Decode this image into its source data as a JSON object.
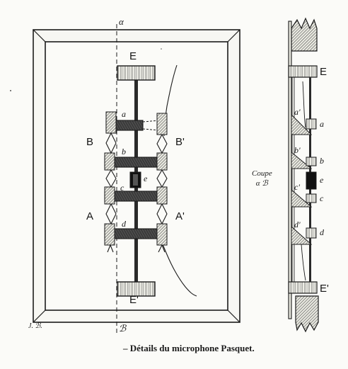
{
  "labels": {
    "E": "E",
    "E_prime": "E'",
    "B": "B",
    "B_prime": "B'",
    "A": "A",
    "A_prime": "A'",
    "a": "a",
    "b": "b",
    "c": "c",
    "d": "d",
    "e": "e",
    "a_prime": "a'",
    "b_prime": "b'",
    "c_prime": "c'",
    "d_prime": "d'",
    "section_top": "α",
    "section_bottom": "ℬ"
  },
  "side_view": {
    "coupe_line1": "Coupe",
    "coupe_line2": "α ℬ"
  },
  "signature": "J. ℬ.",
  "caption": "– Détails du microphone Pasquet."
}
